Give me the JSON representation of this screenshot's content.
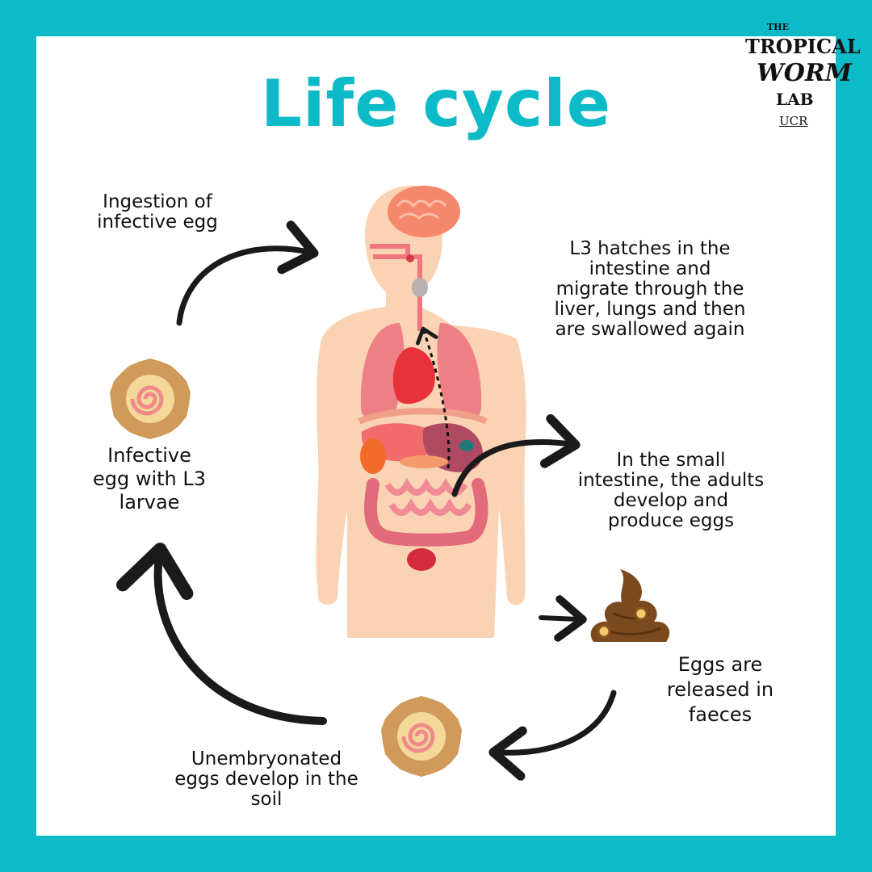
{
  "title": "Life cycle",
  "logo": {
    "line1": "THE",
    "line2": "TROPICAL",
    "line3": "WORM",
    "line4": "LAB",
    "line5": "UCR"
  },
  "steps": {
    "ingestion": "Ingestion of\ninfective egg",
    "l3_hatch": "L3 hatches in the\nintestine and\nmigrate through the\nliver, lungs and then\nare swallowed again",
    "adults": "In the small\nintestine, the adults\ndevelop and\nproduce eggs",
    "faeces": "Eggs are\nreleased in\nfaeces",
    "soil": "Unembryonated\neggs develop in the\nsoil",
    "infective": "Infective\negg with L3\nlarvae"
  },
  "colors": {
    "border": "#0dbac7",
    "title": "#0dbac7",
    "skin": "#f9d3b3",
    "egg": "#d09a5b",
    "stool": "#7a4a1e",
    "arrow": "#1a1a1a"
  }
}
